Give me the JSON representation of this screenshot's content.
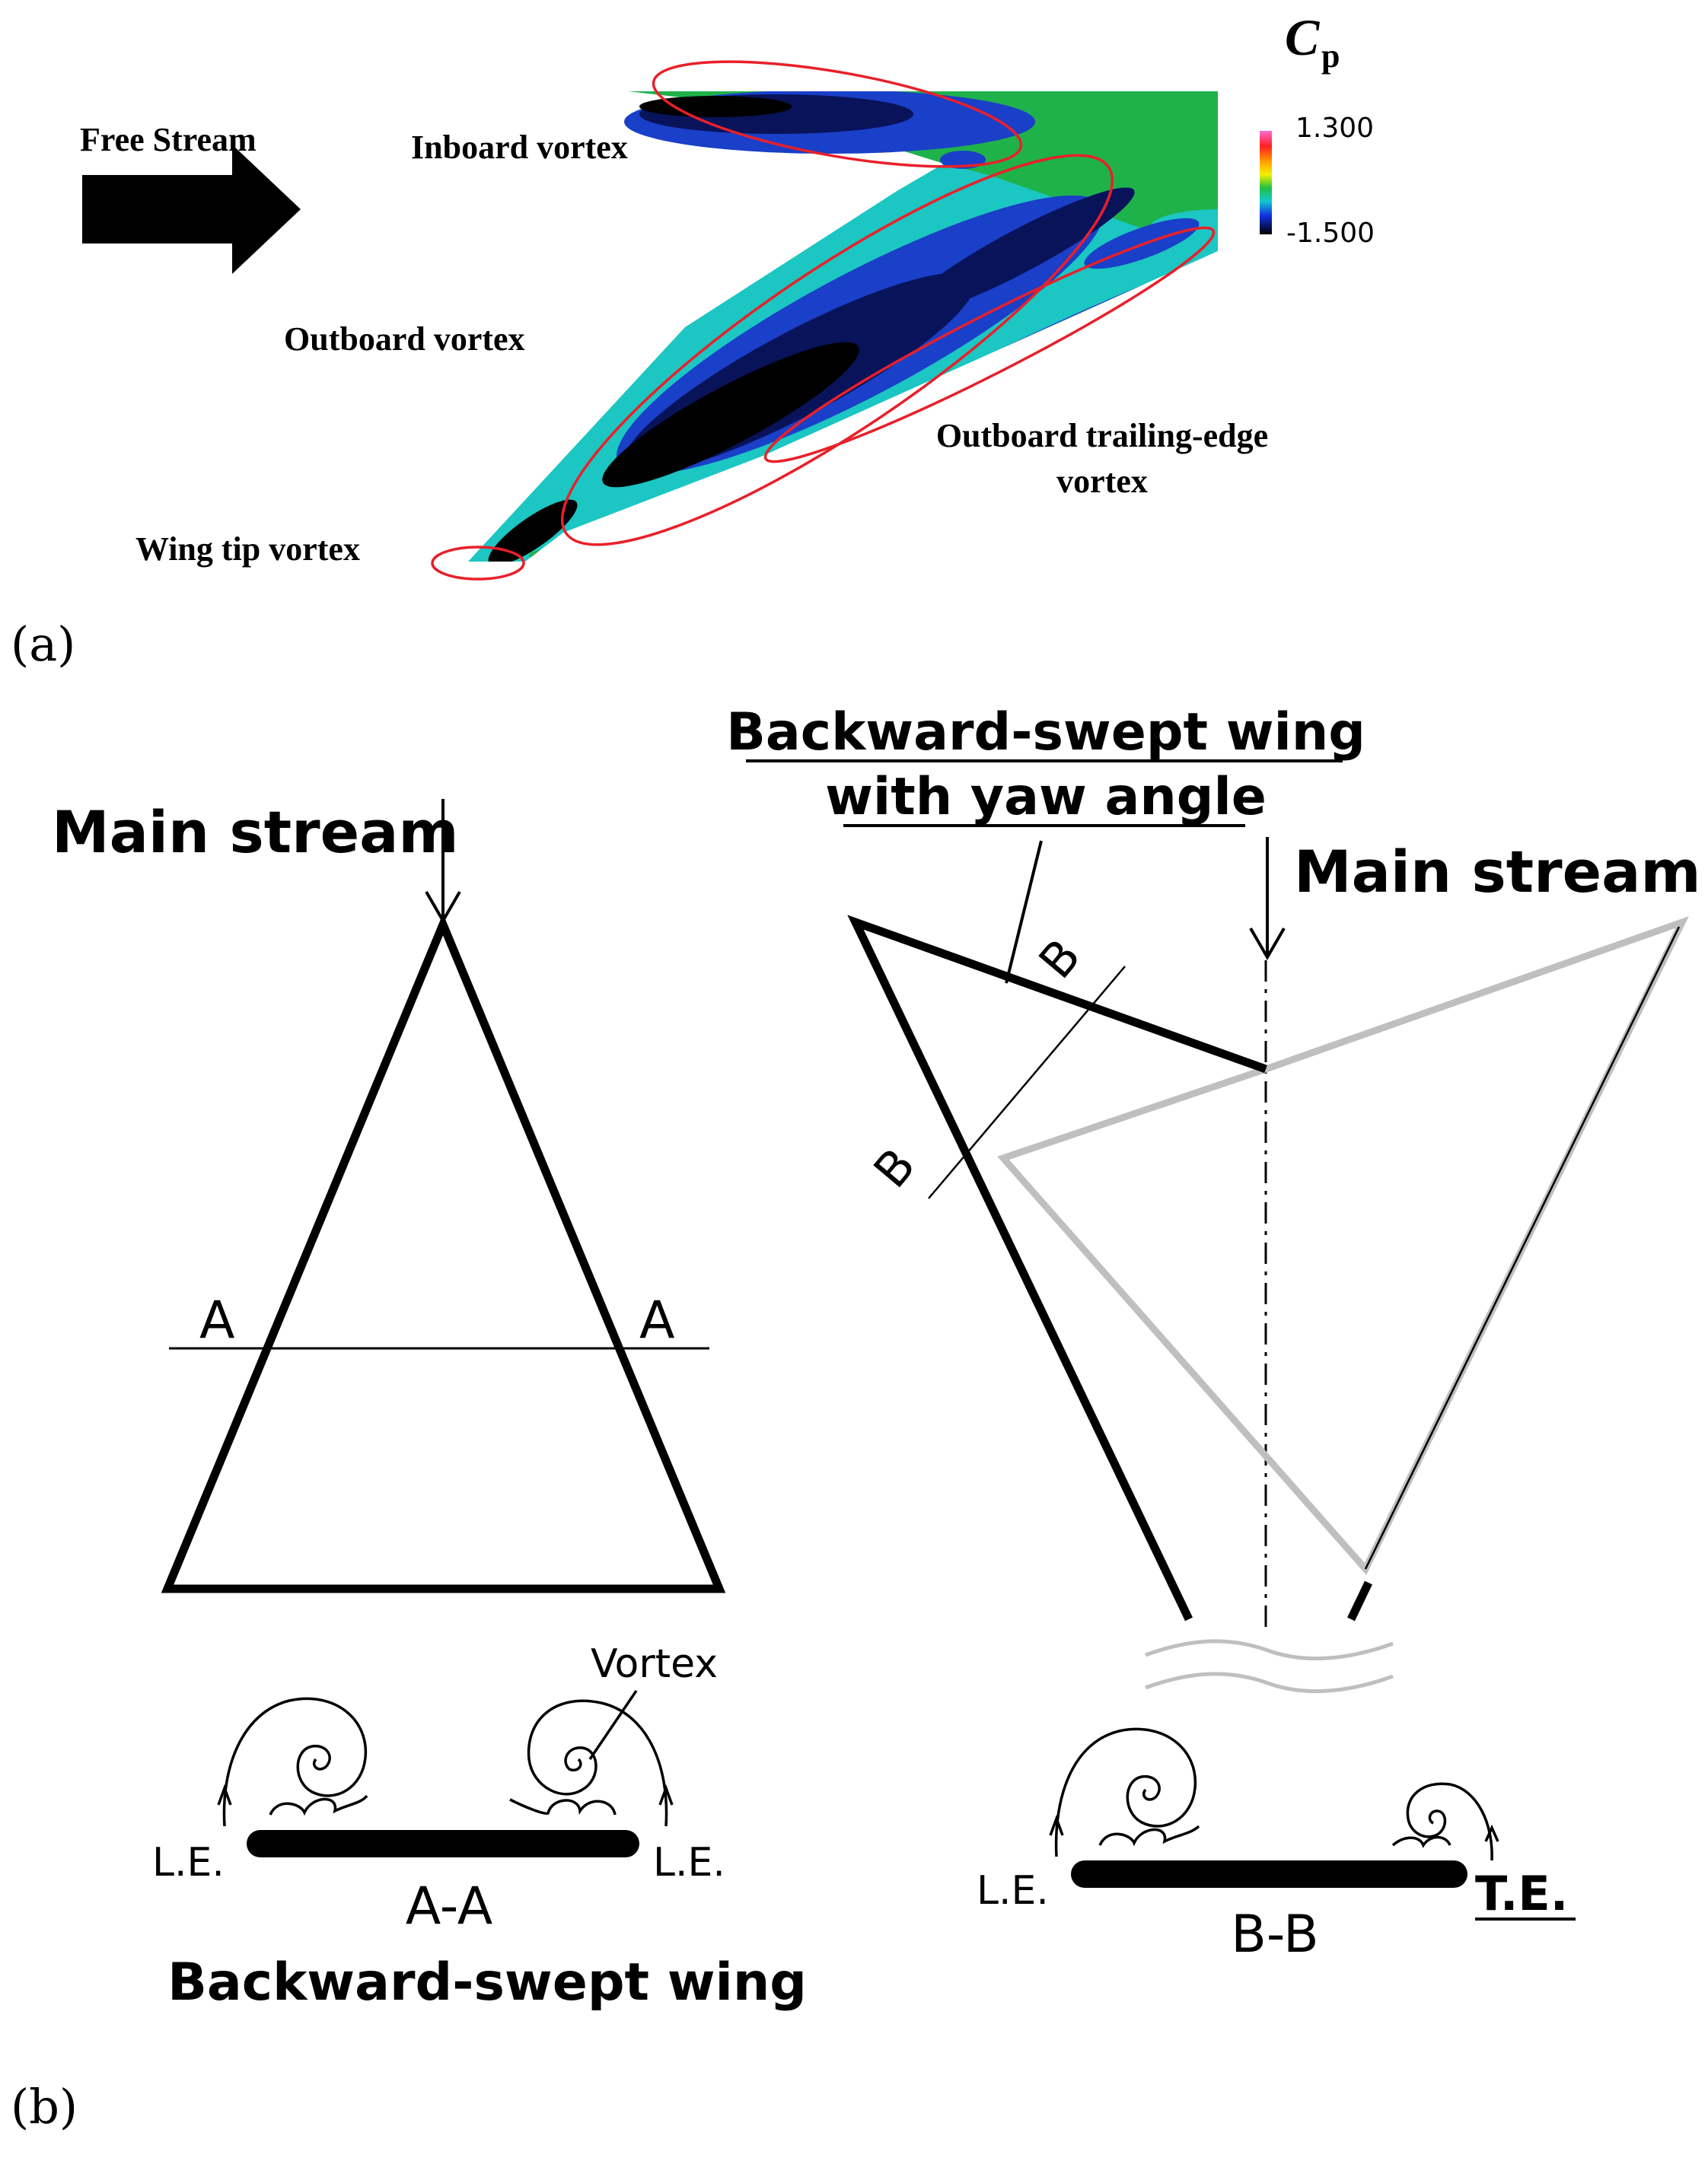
{
  "panel_a": {
    "label": "(a)",
    "free_stream": "Free Stream",
    "colorbar": {
      "symbol": "C",
      "subscript": "p",
      "max": "1.300",
      "min": "-1.500"
    },
    "annotations": {
      "inboard": "Inboard vortex",
      "outboard": "Outboard vortex",
      "te_line1": "Outboard trailing-edge",
      "te_line2": "vortex",
      "tip": "Wing tip vortex"
    },
    "colors": {
      "highlight": "#e8202a",
      "green": "#1fb24a",
      "cyan": "#1cc6c2",
      "blue": "#1a3fc8",
      "navy": "#08135a"
    }
  },
  "panel_b": {
    "label": "(b)",
    "left": {
      "main_stream": "Main stream",
      "section_mark": "A",
      "vortex_label": "Vortex",
      "le": "L.E.",
      "section_name": "A-A",
      "caption": "Backward-swept wing"
    },
    "right": {
      "title_line1": "Backward-swept wing",
      "title_line2": "with yaw angle",
      "main_stream": "Main stream",
      "section_mark": "B",
      "le": "L.E.",
      "te": "T.E.",
      "section_name": "B-B"
    }
  }
}
